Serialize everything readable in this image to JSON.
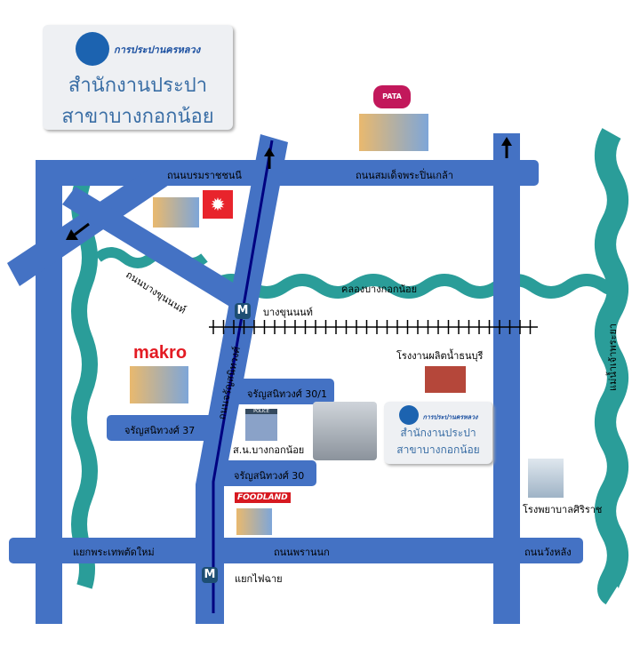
{
  "office_logo_top": {
    "org": "การประปานครหลวง",
    "line1": "สำนักงานประปา",
    "line2": "สาขาบางกอกน้อย"
  },
  "office_logo_small": {
    "org": "การประปานครหลวง",
    "line1": "สำนักงานประปา",
    "line2": "สาขาบางกอกน้อย"
  },
  "roads": {
    "borommaratchachonnani": "ถนนบรมราชชนนี",
    "somdet_pinklao": "ถนนสมเด็จพระปิ่นเกล้า",
    "bang_khun_non": "ถนนบางขุนนนท์",
    "charan": "ถนนจรัญสนิทวงศ์",
    "charan_30_1": "จรัญสนิทวงศ์ 30/1",
    "charan_37": "จรัญสนิทวงศ์ 37",
    "charan_30": "จรัญสนิทวงศ์ 30",
    "phran_nok": "ถนนพรานนก",
    "wang_lang": "ถนนวังหลัง",
    "phra_thep_junction": "แยกพระเทพตัดใหม่"
  },
  "water": {
    "canal": "คลองบางกอกน้อย",
    "river": "แม่น้ำเจ้าพระยา"
  },
  "stations": {
    "bang_khun_non": "บางขุนนนท์",
    "fai_chai": "แยกไฟฉาย",
    "icon": "M"
  },
  "places": {
    "makro": "makro",
    "foodland": "FOODLAND",
    "pata": "PATA",
    "police": "ส.น.บางกอกน้อย",
    "police_sign": "POLICE",
    "water_plant": "โรงงานผลิตน้ำธนบุรี",
    "hospital": "โรงพยาบาลศิริราช"
  },
  "colors": {
    "road": "#4472C4",
    "water": "#2A9D99",
    "rail_line": "#000080"
  }
}
